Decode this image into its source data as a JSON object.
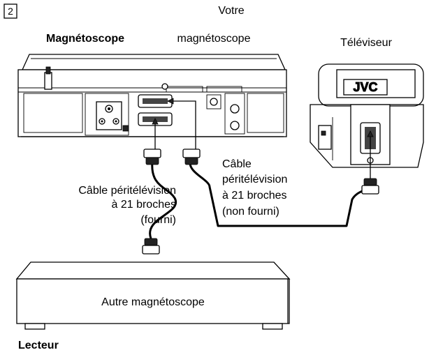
{
  "step_number": "2",
  "labels": {
    "vcr_title": "Magnétoscope",
    "your_vcr_line1": "Votre",
    "your_vcr_line2": "magnétoscope",
    "tv": "Téléviseur",
    "tv_brand": "JVC",
    "cable_left": [
      "Câble péritélévision",
      "à 21 broches",
      "(fourni)"
    ],
    "cable_right": [
      "Câble",
      "péritélévision",
      "à 21 broches",
      "(non fourni)"
    ],
    "other_vcr": "Autre magnétoscope",
    "player": "Lecteur"
  }
}
